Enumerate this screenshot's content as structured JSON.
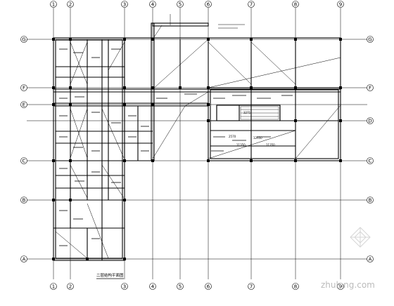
{
  "drawing": {
    "title": "二层结构平面图",
    "line_color": "#000000",
    "background": "#ffffff"
  },
  "axes": {
    "vertical": [
      "1",
      "2",
      "3",
      "4",
      "5",
      "6",
      "7",
      "8",
      "9"
    ],
    "horizontal": [
      "G",
      "F",
      "E",
      "D",
      "C",
      "B",
      "A"
    ]
  },
  "labels": {
    "slab_d": "3271",
    "slab_e": "2570",
    "dim_1": "11350",
    "dim_2": "11350",
    "dim_3": "12650"
  },
  "watermark": {
    "text": "zhulong.com",
    "icon": "zhulong-logo-icon",
    "color": "#bbbbbb"
  }
}
